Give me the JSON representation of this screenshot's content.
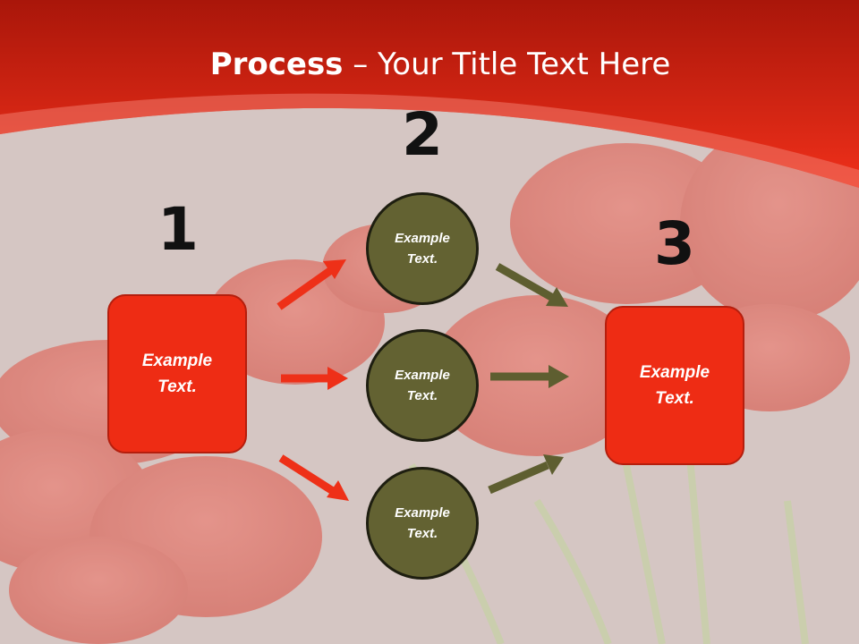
{
  "title": {
    "bold": "Process",
    "rest": " – Your Title Text Here"
  },
  "steps": {
    "n1": "1",
    "n2": "2",
    "n3": "3"
  },
  "left_box": {
    "label": "Example\nText."
  },
  "right_box": {
    "label": "Example\nText."
  },
  "circles": [
    {
      "label": "Example\nText."
    },
    {
      "label": "Example\nText."
    },
    {
      "label": "Example\nText."
    }
  ],
  "colors": {
    "header_red": "#e0200c",
    "box_red": "#ee2c14",
    "circle_olive": "#636232",
    "arrow_red": "#ee3018",
    "arrow_olive": "#5e5e30"
  }
}
